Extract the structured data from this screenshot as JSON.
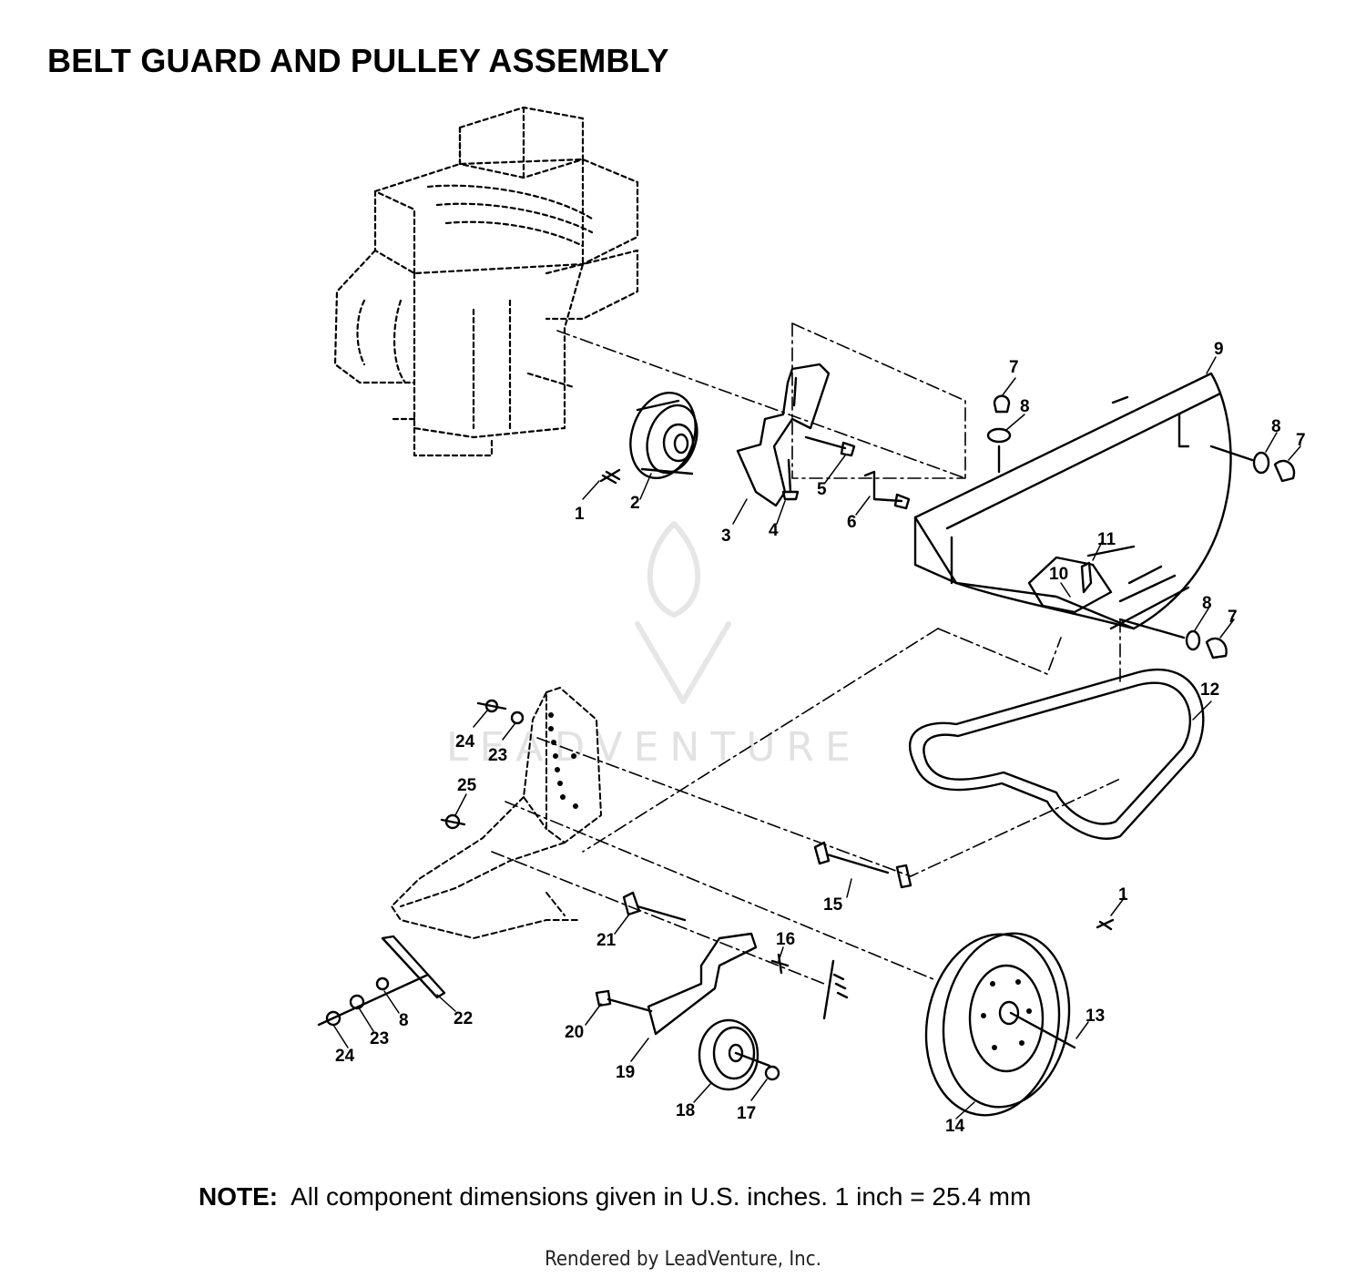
{
  "title": "BELT GUARD AND PULLEY ASSEMBLY",
  "note": {
    "label": "NOTE:",
    "text": "All component dimensions given in U.S. inches.  1 inch = 25.4 mm"
  },
  "footer": "Rendered by LeadVenture, Inc.",
  "watermark": {
    "text": "LEADVENTURE",
    "color": "#d0d0d0"
  },
  "callouts": [
    "1",
    "2",
    "3",
    "4",
    "5",
    "6",
    "7",
    "8",
    "8",
    "7",
    "11",
    "10",
    "9",
    "8",
    "7",
    "12",
    "24",
    "23",
    "25",
    "15",
    "1",
    "13",
    "14",
    "16",
    "21",
    "22",
    "8",
    "23",
    "24",
    "20",
    "19",
    "18",
    "17"
  ]
}
